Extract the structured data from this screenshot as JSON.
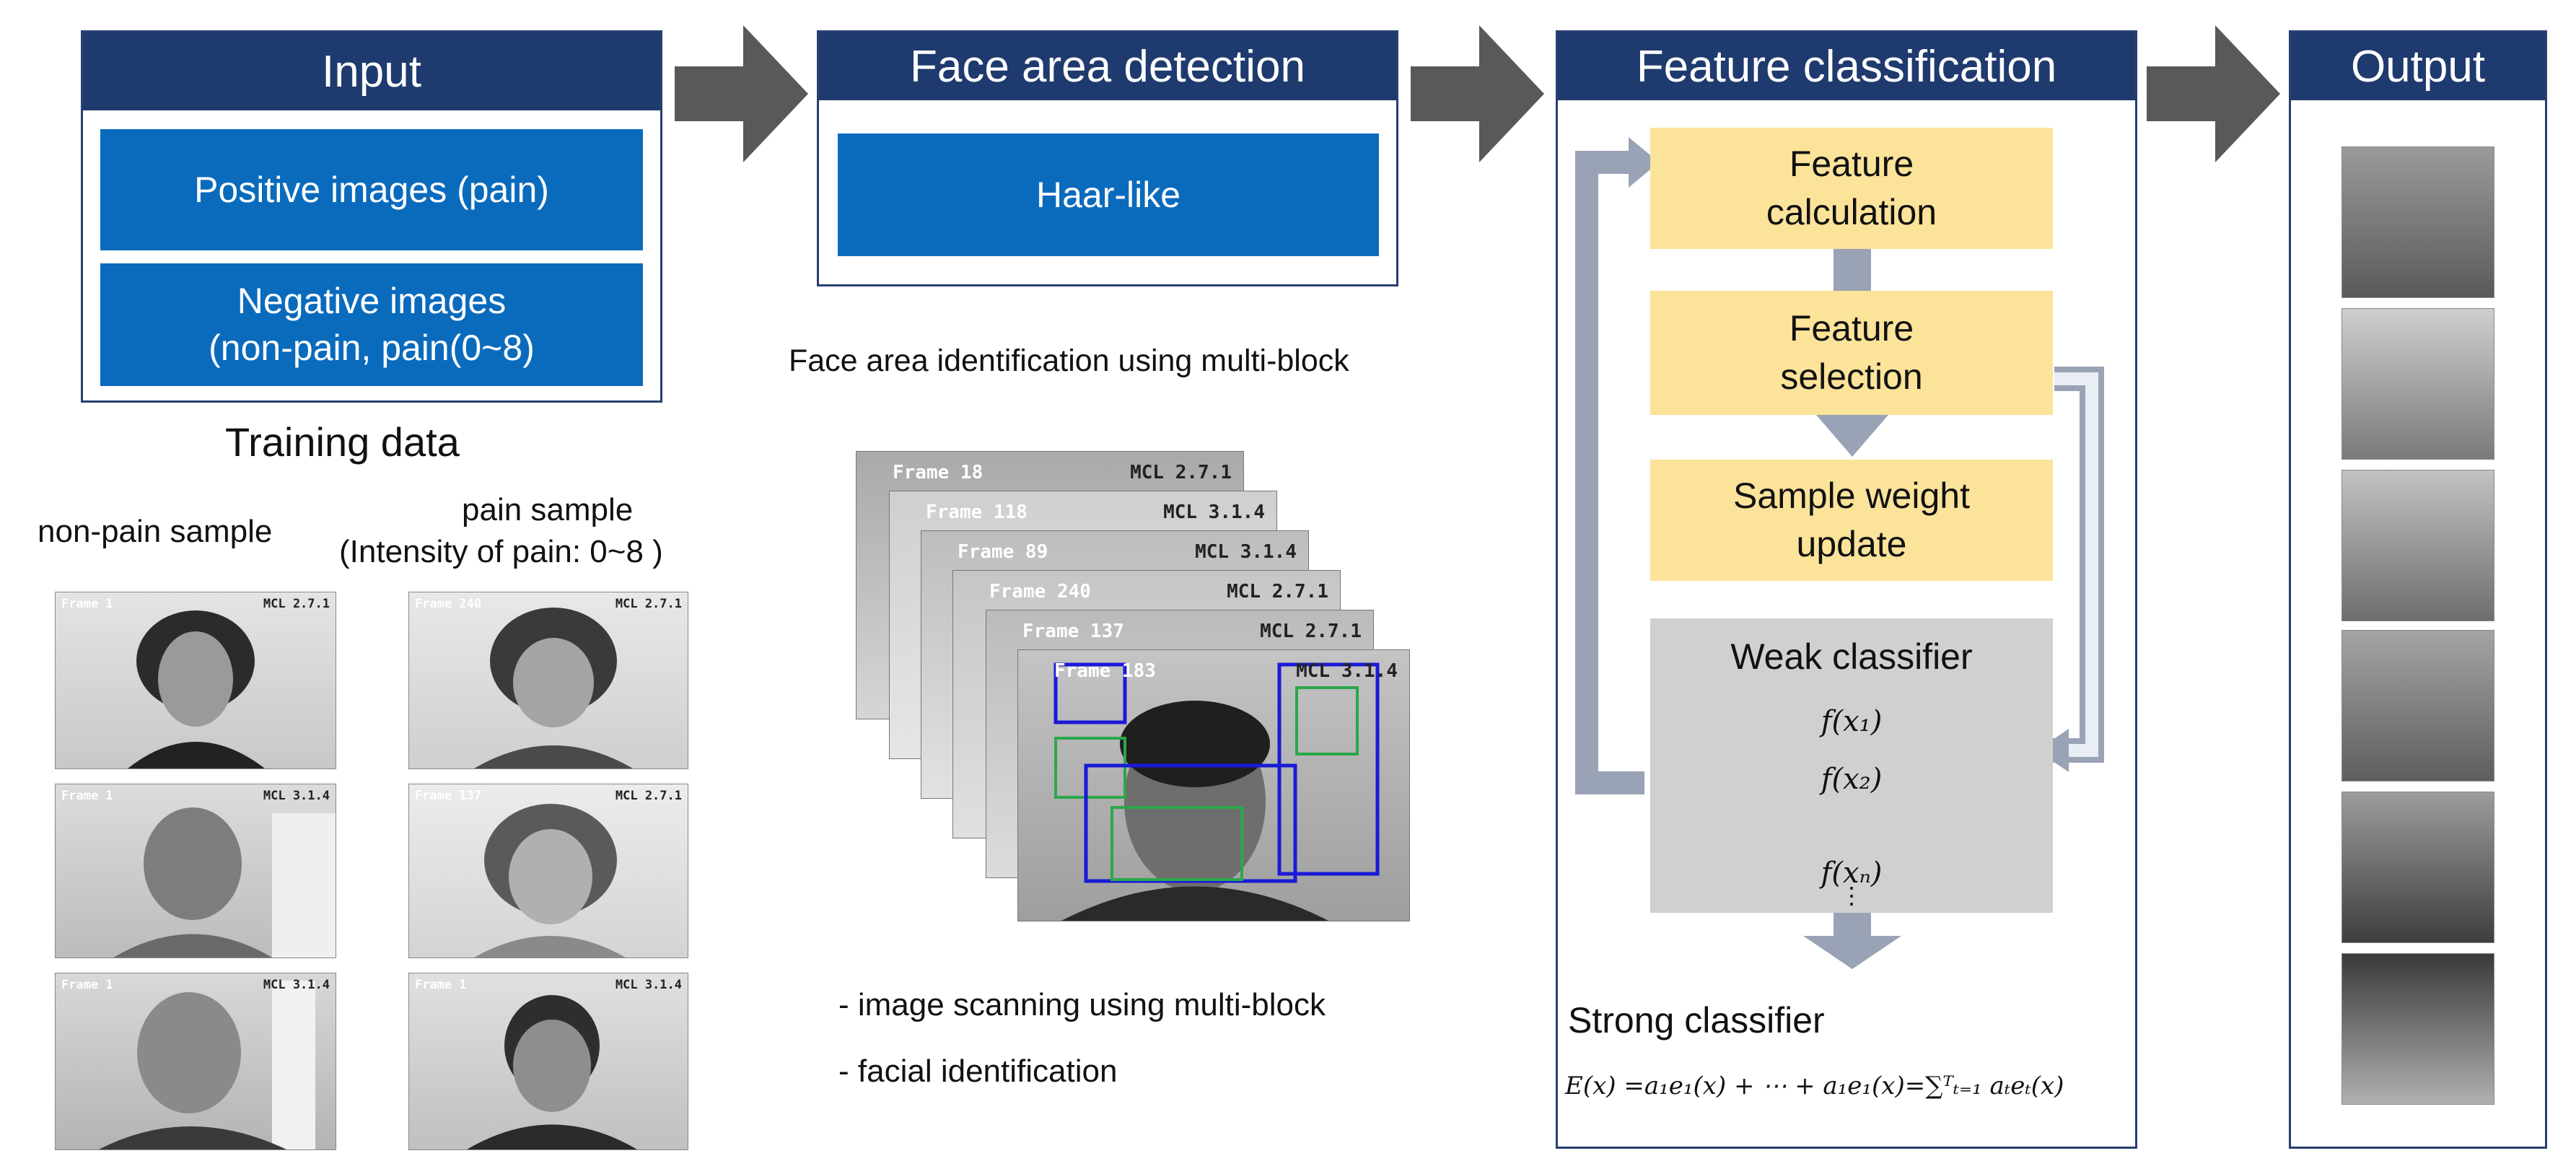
{
  "input": {
    "title": "Input",
    "positive": "Positive images (pain)",
    "negative_line1": "Negative images",
    "negative_line2": "(non-pain, pain(0~8)"
  },
  "training": {
    "title": "Training data",
    "nonpain_label": "non-pain sample",
    "pain_label_line1": "pain sample",
    "pain_label_line2": "(Intensity of pain: 0~8 )"
  },
  "detection": {
    "title": "Face area detection",
    "method": "Haar-like",
    "caption": "Face area identification using multi-block",
    "bullet1": "- image scanning using multi-block",
    "bullet2": "- facial identification",
    "frame_labels": [
      "Frame 18",
      "Frame 118",
      "Frame 89",
      "Frame 240",
      "Frame 137",
      "Frame 183"
    ],
    "frame_codes": [
      "MCL 2.7.1",
      "MCL 3.1.4",
      "MCL 3.1.4",
      "MCL 2.7.1",
      "MCL 2.7.1",
      "MCL 3.1.4"
    ]
  },
  "classification": {
    "title": "Feature classification",
    "calc_line1": "Feature",
    "calc_line2": "calculation",
    "select_line1": "Feature",
    "select_line2": "selection",
    "update_line1": "Sample weight",
    "update_line2": "update",
    "weak_title": "Weak classifier",
    "f1": "f(x₁)",
    "f2": "f(x₂)",
    "fn": "f(xₙ)",
    "dots": "⋮",
    "strong_title": "Strong classifier",
    "formula": "E(x) =a₁e₁(x) + ⋯ + a₁e₁(x)=∑ᵀₜ₌₁ aₜeₜ(x)"
  },
  "output": {
    "title": "Output"
  },
  "sample_labels": {
    "nonpain": [
      "Frame 1",
      "Frame 1",
      "Frame 1"
    ],
    "nonpain_codes": [
      "MCL 2.7.1",
      "MCL 3.1.4",
      "MCL 3.1.4"
    ],
    "pain": [
      "Frame 240",
      "Frame 137",
      "Frame 1"
    ],
    "pain_codes": [
      "MCL 2.7.1",
      "MCL 2.7.1",
      "MCL 3.1.4"
    ]
  },
  "colors": {
    "header_navy": "#1f3a6e",
    "box_blue": "#0a6bbd",
    "box_yellow": "#fbe39a",
    "box_grey": "#d0d0d0",
    "arrow_grey": "#595959",
    "detect_blue": "#1a1ad8",
    "detect_green": "#2aa84a"
  }
}
